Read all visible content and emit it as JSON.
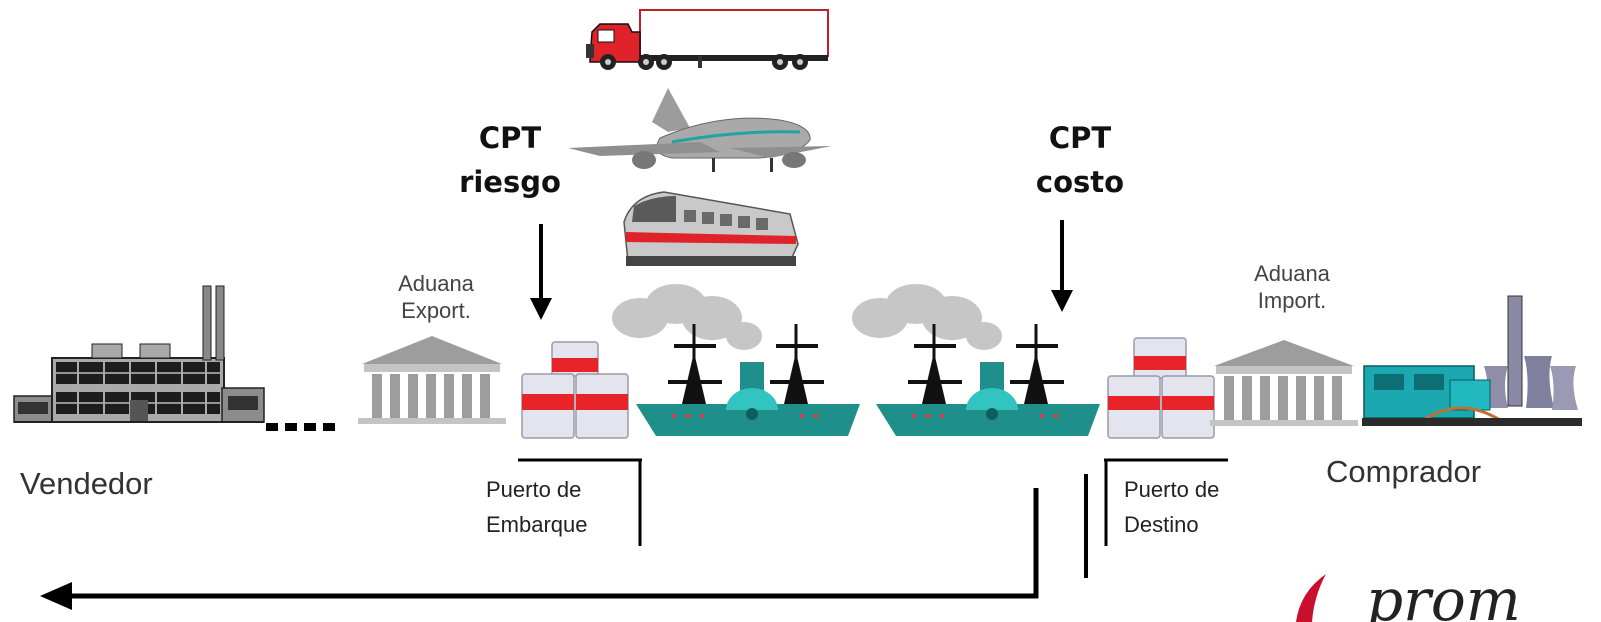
{
  "labels": {
    "cpt_riesgo": {
      "line1": "CPT",
      "line2": "riesgo"
    },
    "cpt_costo": {
      "line1": "CPT",
      "line2": "costo"
    },
    "aduana_export": {
      "line1": "Aduana",
      "line2": "Export."
    },
    "aduana_import": {
      "line1": "Aduana",
      "line2": "Import."
    },
    "vendedor": "Vendedor",
    "comprador": "Comprador",
    "puerto_embarque": {
      "line1": "Puerto de",
      "line2": "Embarque"
    },
    "puerto_destino": {
      "line1": "Puerto de",
      "line2": "Destino"
    },
    "brand_partial": "prom"
  },
  "colors": {
    "ship_teal": "#1f8f8c",
    "container_red": "#e8232a",
    "container_white": "#e4e4ee",
    "building_gray": "#9a9a9a",
    "arrow_black": "#000000",
    "brand_red": "#c8102e"
  }
}
